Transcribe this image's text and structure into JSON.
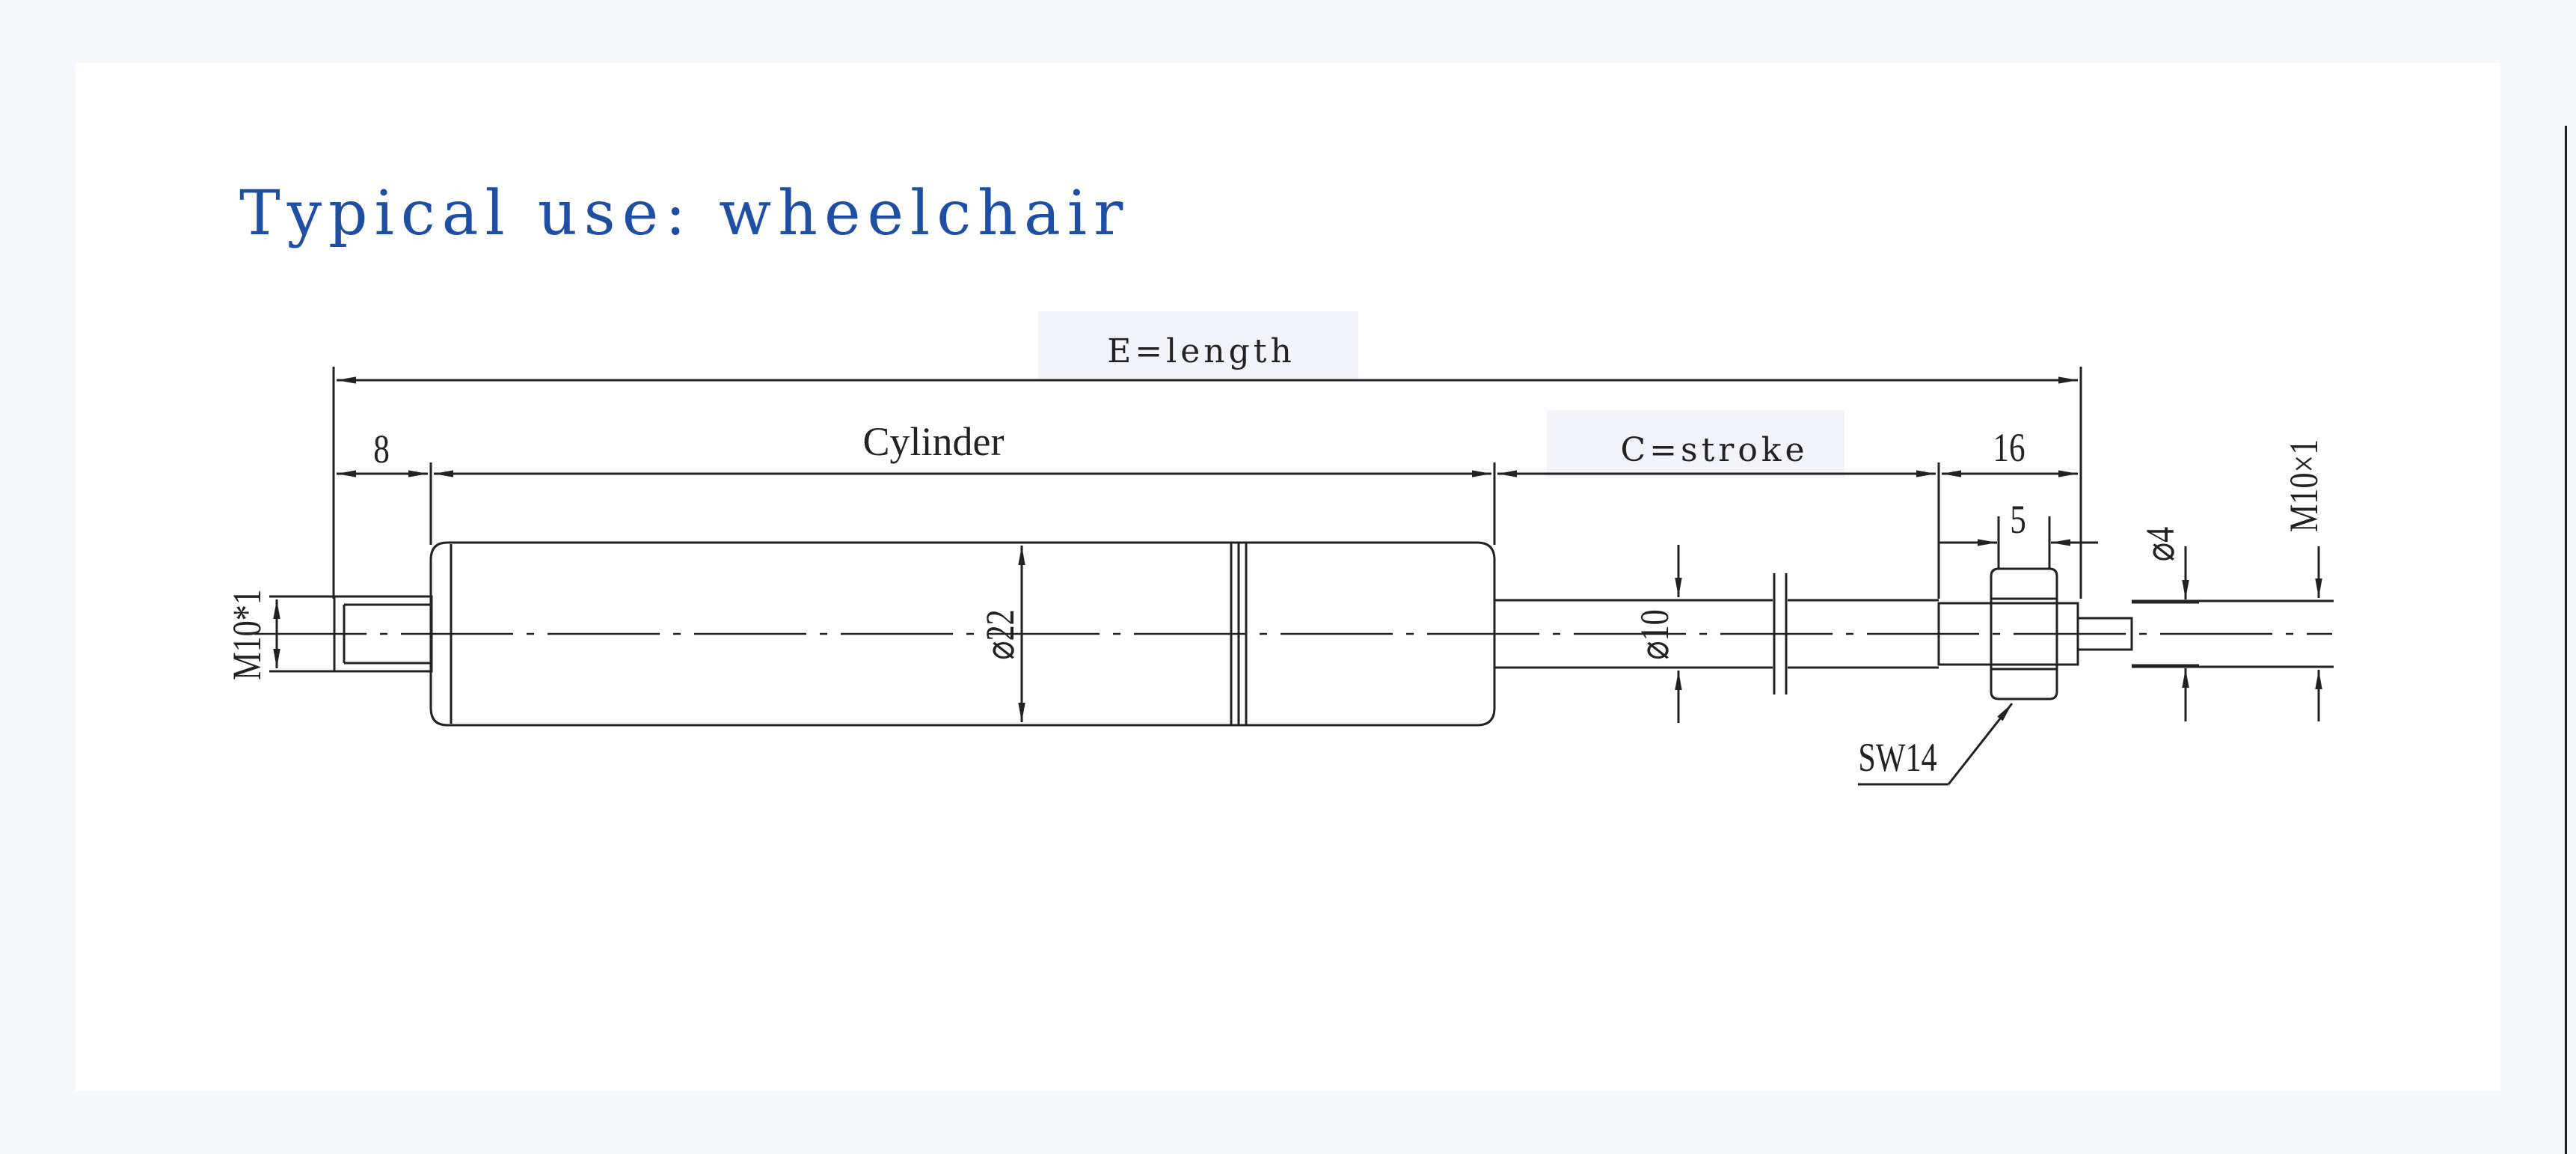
{
  "title": "Typical use: wheelchair",
  "colors": {
    "title": "#1f4fa3",
    "line": "#222222",
    "label_tab": "#f2f4fa",
    "page_background": "#f7f8fc",
    "panel_background": "#ffffff"
  },
  "dimensions": {
    "overall_length": "E=length",
    "end_thread_length": "8",
    "cylinder": "Cylinder",
    "stroke": "C=stroke",
    "rod_end_length": "16",
    "nut_width": "5",
    "left_thread": "M10*1",
    "cylinder_diameter": "⌀22",
    "rod_diameter": "⌀10",
    "pin_diameter": "⌀4",
    "right_thread": "M10×1",
    "wrench_size": "SW14"
  }
}
